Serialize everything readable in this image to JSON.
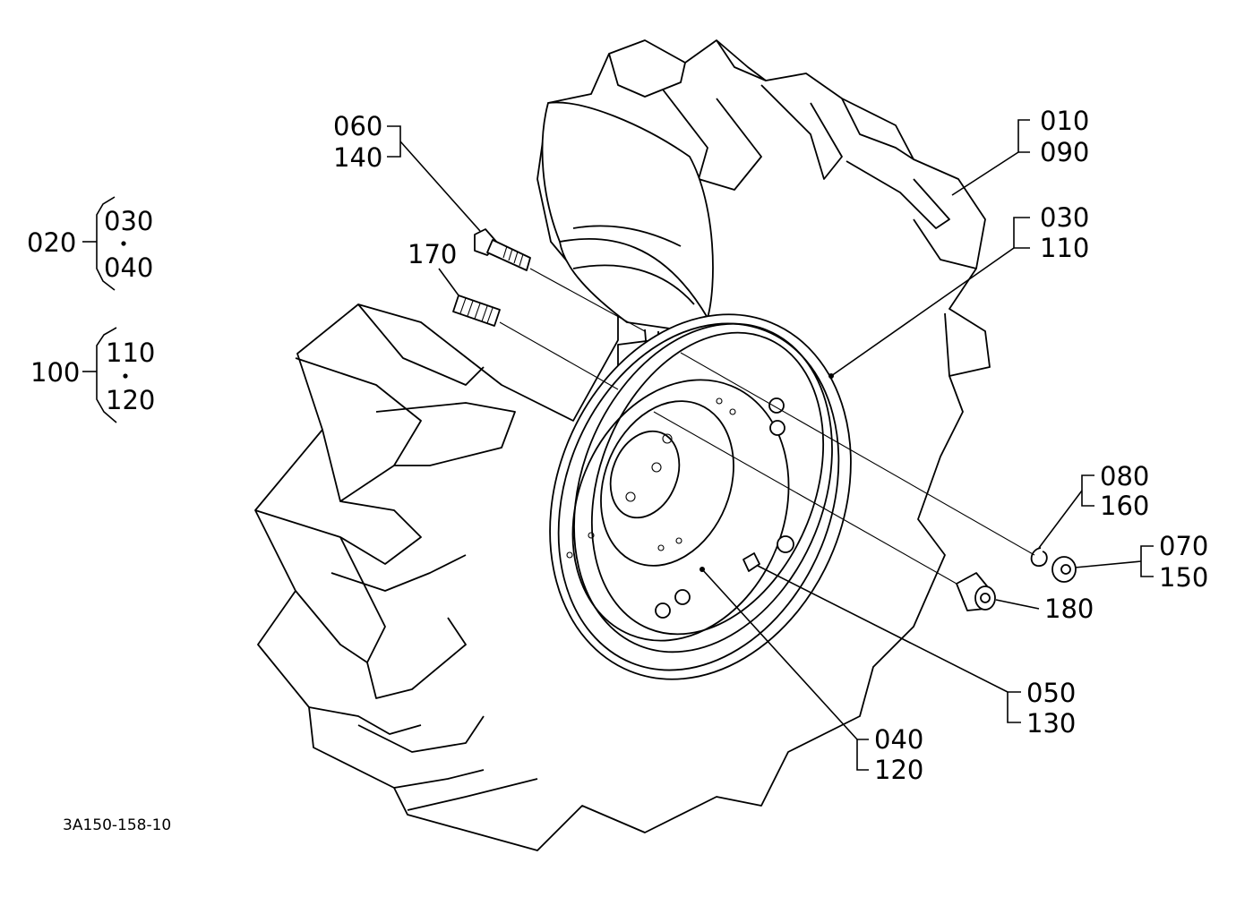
{
  "figure_code": "3A150-158-10",
  "callouts": {
    "c010": "010",
    "c090": "090",
    "c030": "030",
    "c110": "110",
    "c060": "060",
    "c140": "140",
    "c170": "170",
    "c080": "080",
    "c160": "160",
    "c070": "070",
    "c150": "150",
    "c180": "180",
    "c050": "050",
    "c130": "130",
    "c040": "040",
    "c120": "120"
  },
  "groups": {
    "g020": {
      "parent": "020",
      "first": "030",
      "last": "040"
    },
    "g100": {
      "parent": "100",
      "first": "110",
      "last": "120"
    }
  }
}
